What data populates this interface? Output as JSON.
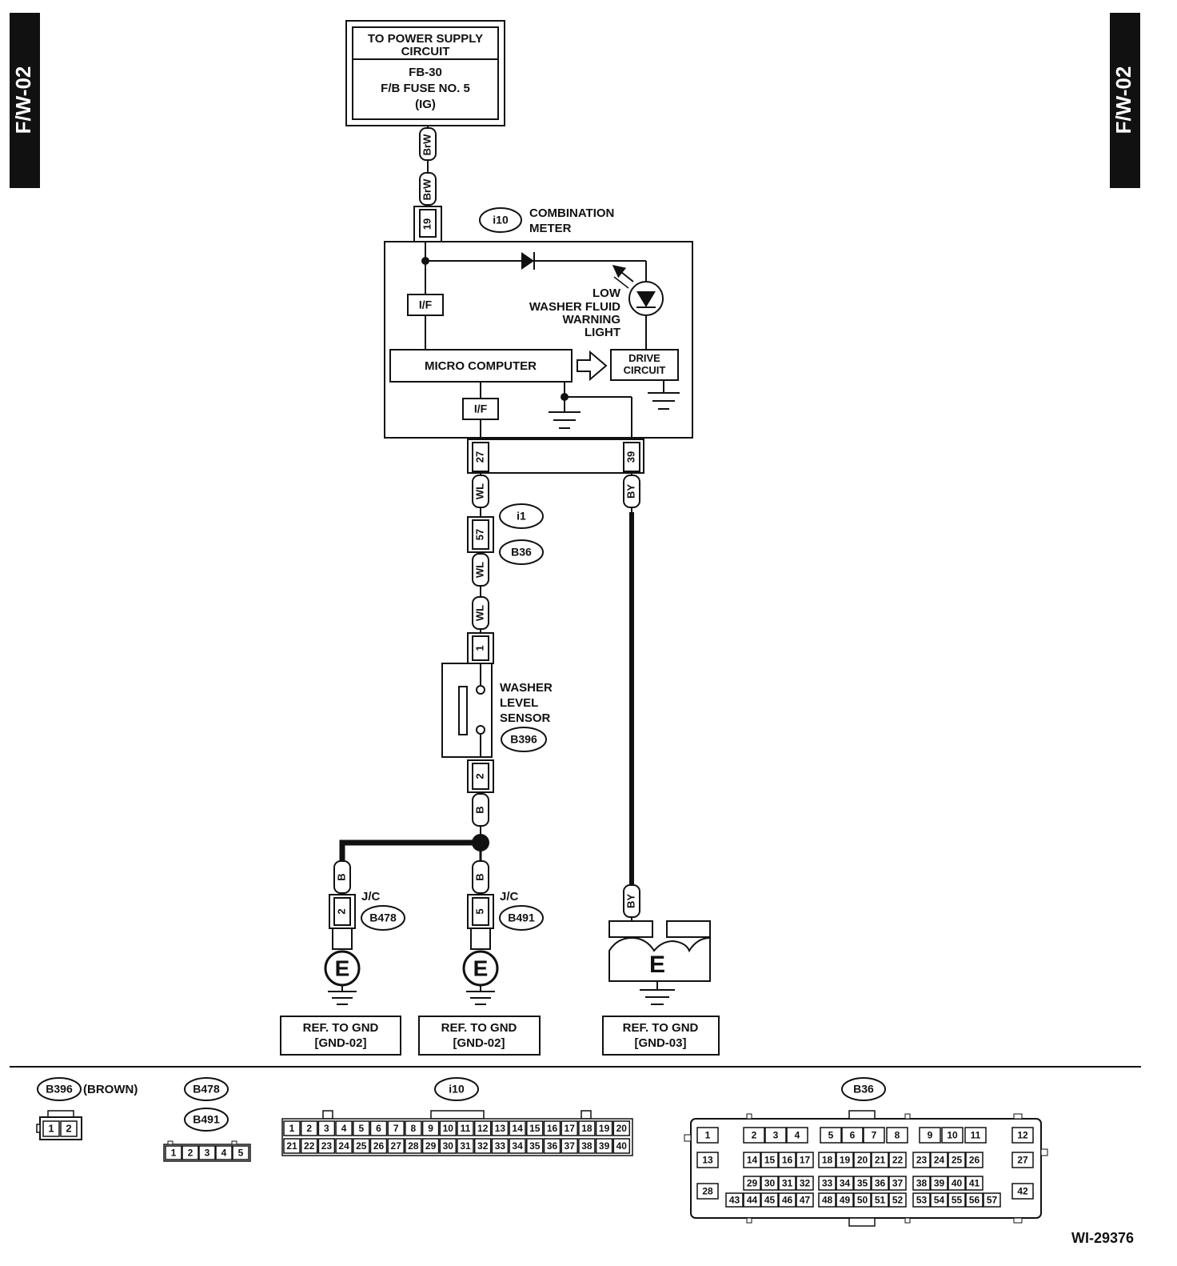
{
  "page_tab": {
    "left": "F/W-02",
    "right": "F/W-02"
  },
  "power_supply": {
    "header_line1": "TO POWER SUPPLY",
    "header_line2": "CIRCUIT",
    "line1": "FB-30",
    "line2": "F/B FUSE NO. 5",
    "line3": "(IG)"
  },
  "wires": {
    "brw_1": "BrW",
    "brw_2": "BrW",
    "wl_1": "WL",
    "wl_2": "WL",
    "wl_3": "WL",
    "by_1": "BY",
    "by_2": "BY",
    "b_1": "B",
    "b_2": "B",
    "b_3": "B"
  },
  "pins": {
    "p19": "19",
    "p27": "27",
    "p39": "39",
    "p57": "57",
    "p1": "1",
    "p2": "2",
    "p2b": "2",
    "p5": "5"
  },
  "connectors": {
    "i10": "i10",
    "i1": "i1",
    "b36": "B36",
    "b396": "B396",
    "b478": "B478",
    "b491": "B491"
  },
  "combination_meter": {
    "label_line1": "COMBINATION",
    "label_line2": "METER",
    "if_top": "I/F",
    "if_bottom": "I/F",
    "micro_computer": "MICRO COMPUTER",
    "drive_line1": "DRIVE",
    "drive_line2": "CIRCUIT",
    "light_line1": "LOW",
    "light_line2": "WASHER FLUID",
    "light_line3": "WARNING",
    "light_line4": "LIGHT"
  },
  "washer_sensor": {
    "line1": "WASHER",
    "line2": "LEVEL",
    "line3": "SENSOR"
  },
  "junctions": {
    "jc1": "J/C",
    "jc2": "J/C"
  },
  "grounds": {
    "e1": "E",
    "e2": "E",
    "e3": "E",
    "ref1_line1": "REF. TO GND",
    "ref1_line2": "[GND-02]",
    "ref2_line1": "REF. TO GND",
    "ref2_line2": "[GND-02]",
    "ref3_line1": "REF. TO GND",
    "ref3_line2": "[GND-03]"
  },
  "connector_views": {
    "b396": {
      "name": "B396",
      "color_note": "(BROWN)",
      "pins": [
        "1",
        "2"
      ]
    },
    "b478": {
      "name": "B478"
    },
    "b491": {
      "name": "B491",
      "pins": [
        "1",
        "2",
        "3",
        "4",
        "5"
      ]
    },
    "i10": {
      "name": "i10",
      "row1": [
        "1",
        "2",
        "3",
        "4",
        "5",
        "6",
        "7",
        "8",
        "9",
        "10",
        "11",
        "12",
        "13",
        "14",
        "15",
        "16",
        "17",
        "18",
        "19",
        "20"
      ],
      "row2": [
        "21",
        "22",
        "23",
        "24",
        "25",
        "26",
        "27",
        "28",
        "29",
        "30",
        "31",
        "32",
        "33",
        "34",
        "35",
        "36",
        "37",
        "38",
        "39",
        "40"
      ]
    },
    "b36": {
      "name": "B36",
      "row1": [
        "1",
        "2",
        "3",
        "4",
        "5",
        "6",
        "7",
        "8",
        "9",
        "10",
        "11",
        "12"
      ],
      "row2": [
        "13",
        "14",
        "15",
        "16",
        "17",
        "18",
        "19",
        "20",
        "21",
        "22",
        "23",
        "24",
        "25",
        "26",
        "27"
      ],
      "row3a": [
        "29",
        "30",
        "31",
        "32",
        "33",
        "34",
        "35",
        "36",
        "37",
        "38",
        "39",
        "40",
        "41"
      ],
      "row3b": [
        "43",
        "44",
        "45",
        "46",
        "47",
        "48",
        "49",
        "50",
        "51",
        "52",
        "53",
        "54",
        "55",
        "56",
        "57"
      ],
      "side": [
        "28",
        "42"
      ]
    }
  },
  "figure_id": "WI-29376"
}
